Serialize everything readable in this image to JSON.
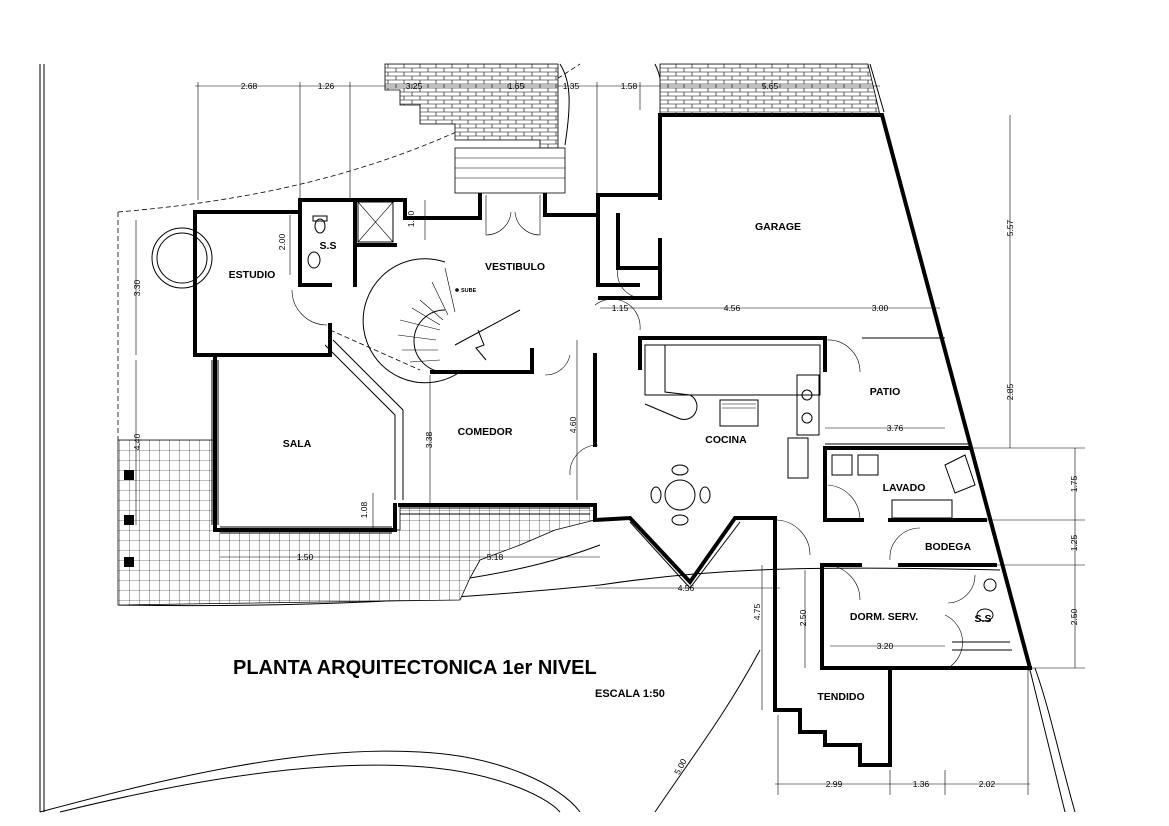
{
  "title": "PLANTA ARQUITECTONICA 1er NIVEL",
  "scale": "ESCALA 1:50",
  "rooms": {
    "garage": "GARAGE",
    "ss_top": "S.S",
    "estudio": "ESTUDIO",
    "vestibulo": "VESTIBULO",
    "sube": "SUBE",
    "patio": "PATIO",
    "sala": "SALA",
    "comedor": "COMEDOR",
    "cocina": "COCINA",
    "lavado": "LAVADO",
    "bodega": "BODEGA",
    "dorm_serv": "DORM. SERV.",
    "ss_bottom": "S.S",
    "tendido": "TENDIDO"
  },
  "dims": {
    "d268": "2.68",
    "d126": "1.26",
    "d325": "3.25",
    "d165": "1.65",
    "d135": "1.35",
    "d158": "1.58",
    "d565": "5.65",
    "d557": "5.57",
    "d200": "2.00",
    "d120": "1.20",
    "d330": "3.30",
    "d115": "1.15",
    "d456a": "4.56",
    "d300": "3.00",
    "d285": "2.85",
    "d376": "3.76",
    "d460": "4.60",
    "d338": "3.38",
    "d440": "4.40",
    "d108": "1.08",
    "d150": "1.50",
    "d518": "5.18",
    "d175": "1.75",
    "d125": "1.25",
    "d250a": "2.50",
    "d250b": "2.50",
    "d456b": "4.56",
    "d475": "4.75",
    "d320": "3.20",
    "d500": "5.00",
    "d299": "2.99",
    "d136": "1.36",
    "d202": "2.02"
  }
}
